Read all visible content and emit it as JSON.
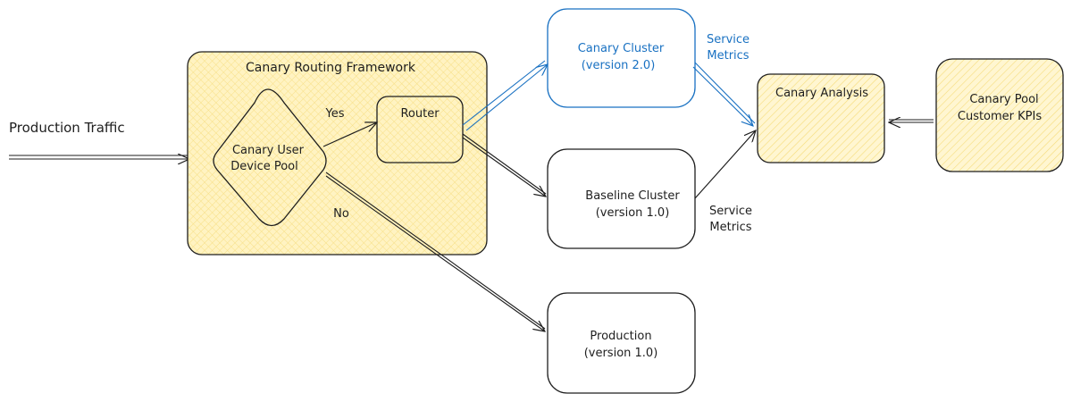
{
  "colors": {
    "stroke": "#1e1e1e",
    "accent_blue": "#1971c2",
    "yellow_fill": "#ffec99",
    "background": "#ffffff"
  },
  "nodes": {
    "production_traffic": "Production Traffic",
    "framework_title": "Canary Routing Framework",
    "device_pool": [
      "Canary User",
      "Device Pool"
    ],
    "router": "Router",
    "canary_cluster": [
      "Canary Cluster",
      "(version 2.0)"
    ],
    "baseline_cluster": [
      "Baseline Cluster",
      "(version 1.0)"
    ],
    "production": [
      "Production",
      "(version 1.0)"
    ],
    "canary_analysis": "Canary Analysis",
    "pool_kpis": [
      "Canary Pool",
      "Customer KPIs"
    ]
  },
  "edge_labels": {
    "yes": "Yes",
    "no": "No",
    "canary_metrics": [
      "Service",
      "Metrics"
    ],
    "baseline_metrics": [
      "Service",
      "Metrics"
    ]
  }
}
